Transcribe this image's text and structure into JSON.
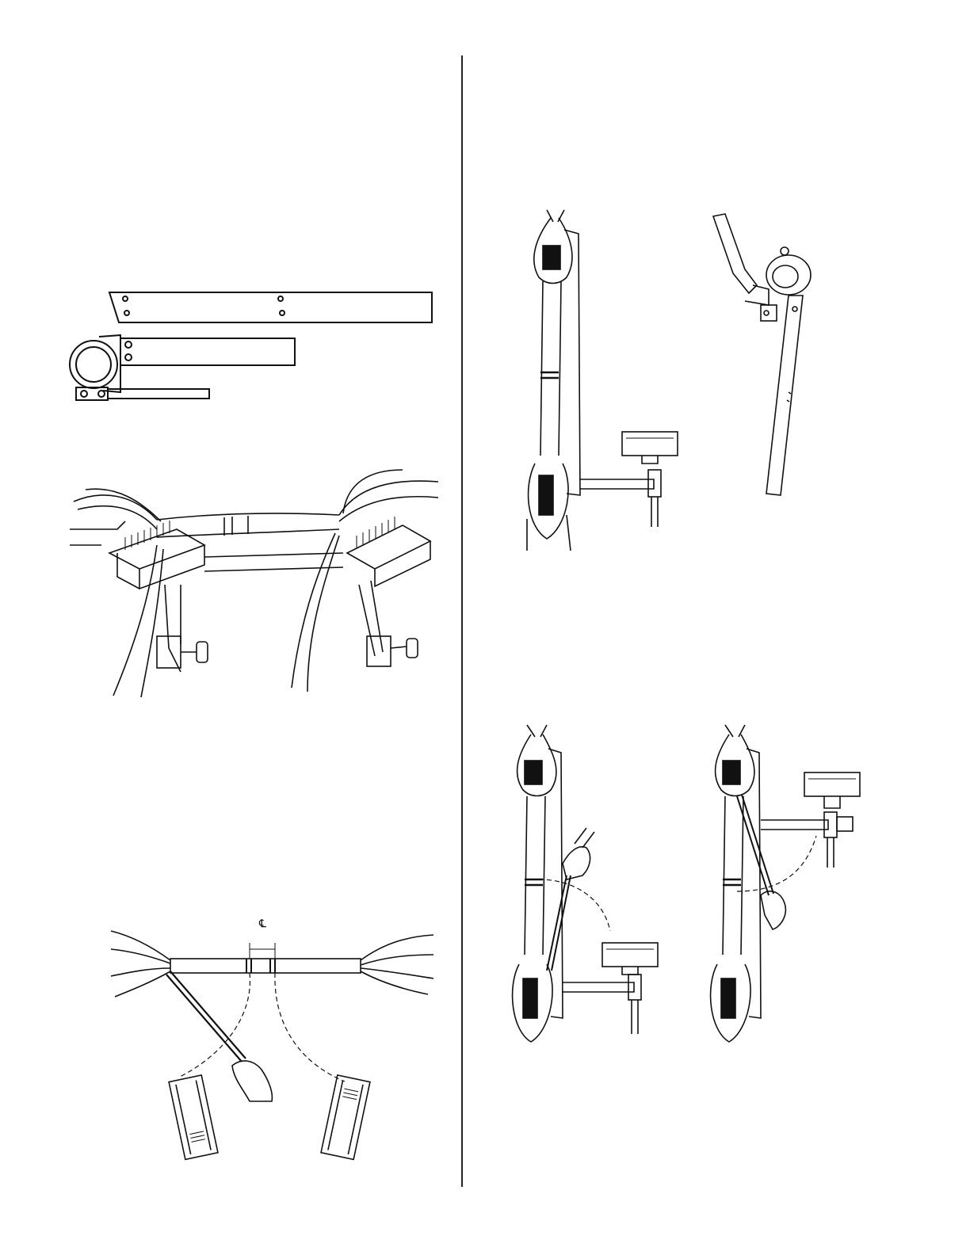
{
  "page": {
    "figures": [
      {
        "id": "clamp-parts",
        "icon": "clamp-bracket-parts-drawing"
      },
      {
        "id": "harness-on-combs",
        "icon": "wire-harness-comb-fixture-drawing"
      },
      {
        "id": "centerline-arc",
        "icon": "centerline-swing-arc-drawing",
        "label": "℄"
      },
      {
        "id": "harness-vertical",
        "icon": "vertical-harness-with-comb-drawing"
      },
      {
        "id": "clamp-assembled",
        "icon": "assembled-clamp-arm-drawing"
      },
      {
        "id": "harness-swing-left",
        "icon": "harness-comb-swing-down-drawing"
      },
      {
        "id": "harness-swing-right",
        "icon": "harness-comb-swing-up-drawing"
      }
    ]
  }
}
